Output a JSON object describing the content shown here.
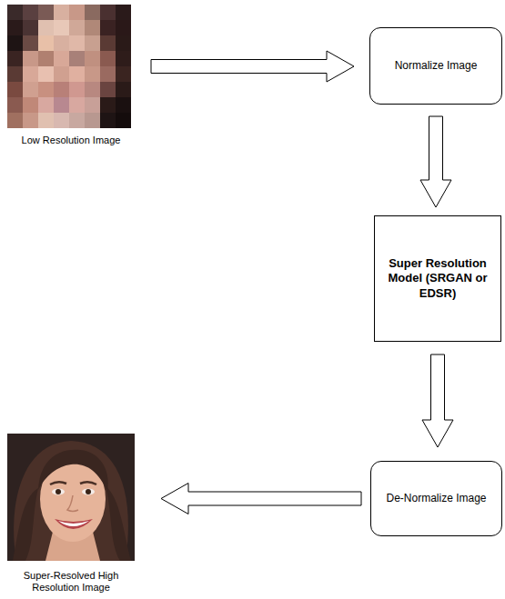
{
  "diagram": {
    "nodes": [
      {
        "text": [
          "Low Resolution Image"
        ]
      },
      {
        "text": [
          "Normalize Image"
        ]
      },
      {
        "text": [
          "Super Resolution Model (SRGAN or EDSR)"
        ]
      },
      {
        "text": [
          "De-Normalize Image"
        ]
      },
      {
        "text": [
          "Super-Resolved High Resolution Image"
        ]
      }
    ],
    "edges": [
      {
        "from": 0,
        "to": 1,
        "arrow": "to"
      },
      {
        "from": 1,
        "to": 2,
        "arrow": "to"
      },
      {
        "from": 2,
        "to": 3,
        "arrow": "to"
      },
      {
        "from": 3,
        "to": 4,
        "arrow": "to"
      }
    ]
  }
}
